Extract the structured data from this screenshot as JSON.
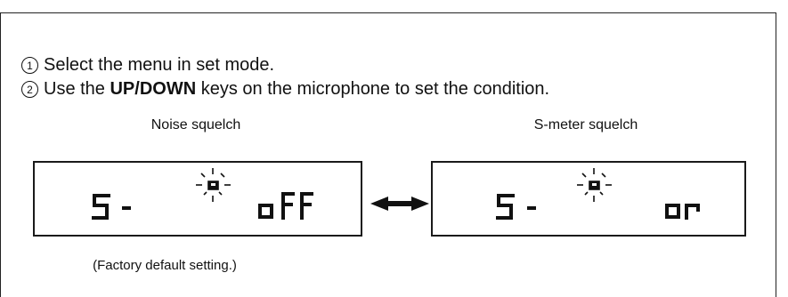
{
  "instructions": {
    "step1": {
      "num": "1",
      "text": "Select the menu in set mode."
    },
    "step2": {
      "num": "2",
      "pre": "Use the ",
      "bold": "UP/DOWN",
      "post": " keys on the microphone to set the condition."
    }
  },
  "panels": {
    "left": {
      "caption": "Noise squelch",
      "display_prefix": "S-",
      "display_value": "oFF",
      "note": "(Factory default setting.)"
    },
    "right": {
      "caption": "S-meter squelch",
      "display_prefix": "S-",
      "display_value": "on"
    }
  },
  "colors": {
    "ink": "#111111",
    "border": "#1a1a1a",
    "background": "#ffffff"
  }
}
